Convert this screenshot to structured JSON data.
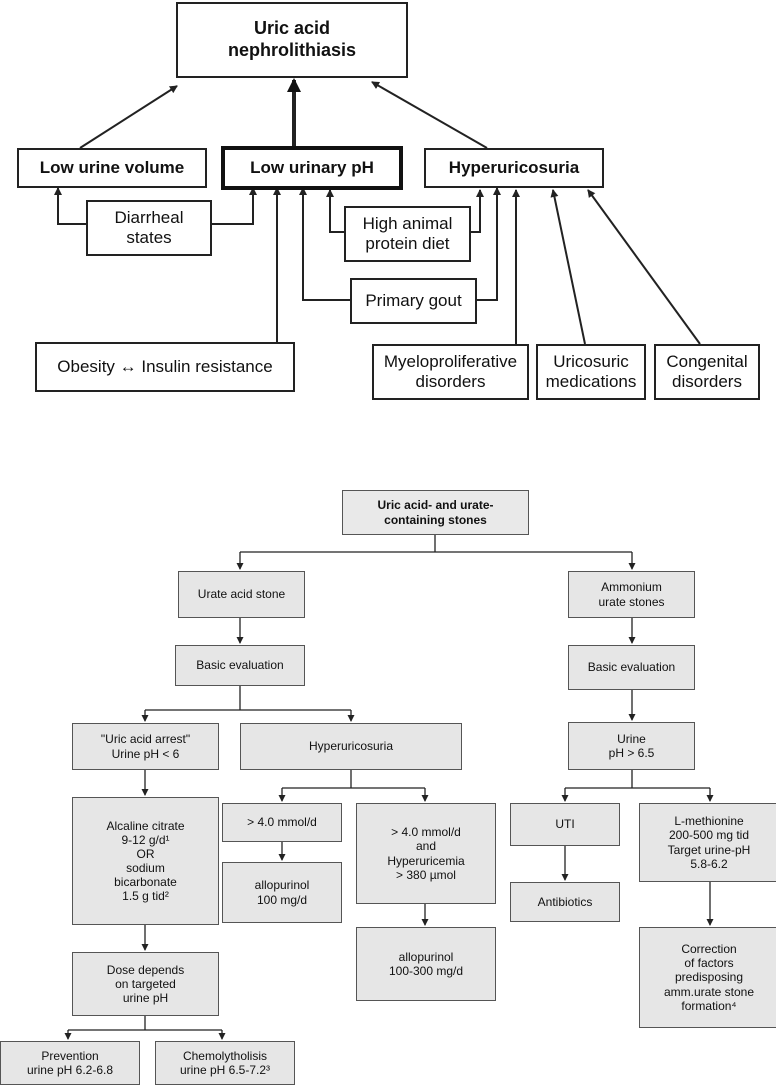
{
  "top": {
    "nodes": {
      "root": "Uric acid\nnephrolithiasis",
      "low_volume": "Low urine volume",
      "low_ph": "Low urinary pH",
      "hyperuricosuria": "Hyperuricosuria",
      "diarrheal": "Diarrheal\nstates",
      "protein_diet": "High animal\nprotein diet",
      "primary_gout": "Primary gout",
      "obesity": "Obesity ↔ Insulin resistance",
      "myelo": "Myeloproliferative\ndisorders",
      "uricosuric": "Uricosuric\nmedications",
      "congenital": "Congenital\ndisorders"
    }
  },
  "bottom": {
    "nodes": {
      "root": "Uric acid- and urate-\ncontaining stones",
      "urate_acid": "Urate acid stone",
      "ammonium": "Ammonium\nurate stones",
      "basic_left": "Basic evaluation",
      "basic_right": "Basic evaluation",
      "arrest": "\"Uric acid arrest\"\nUrine pH < 6",
      "hyperuricosuria": "Hyperuricosuria",
      "urine_ph": "Urine\npH > 6.5",
      "citrate": "Alcaline citrate\n9-12 g/d¹\nOR\nsodium\nbicarbonate\n1.5 g tid²",
      "gt4": "> 4.0 mmol/d",
      "gt4_hyper": "> 4.0 mmol/d\nand\nHyperuricemia\n> 380 µmol",
      "uti": "UTI",
      "methionine": "L-methionine\n200-500 mg tid\nTarget urine-pH\n5.8-6.2",
      "allo100": "allopurinol\n100 mg/d",
      "antibiotics": "Antibiotics",
      "dose": "Dose depends\non targeted\nurine pH",
      "allo300": "allopurinol\n100-300 mg/d",
      "correction": "Correction\nof factors\npredisposing\namm.urate stone\nformation⁴",
      "prevention": "Prevention\nurine pH 6.2-6.8",
      "chemo": "Chemolytholisis\nurine pH 6.5-7.2³"
    }
  }
}
